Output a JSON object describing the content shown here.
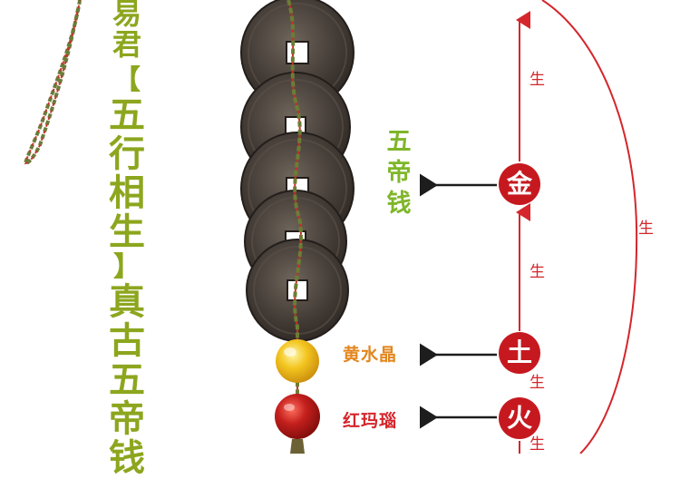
{
  "title_column": {
    "line1": "易君",
    "bracket_open": "【",
    "chars_a": [
      "五",
      "行",
      "相",
      "生"
    ],
    "bracket_close": "】",
    "chars_b": [
      "真",
      "古",
      "五",
      "帝",
      "钱"
    ]
  },
  "labels": {
    "five_emperor_coins": "五帝钱",
    "citrine": "黄水晶",
    "red_agate": "红玛瑙"
  },
  "elements": {
    "metal": "金",
    "earth": "土",
    "fire": "火"
  },
  "generates": "生",
  "colors": {
    "title_green": "#8ca61e",
    "label_green": "#7fb62a",
    "citrine_amber": "#e3861f",
    "element_red": "#c6191f",
    "line_red": "#d4262c",
    "coin_dark": "#3d3631"
  }
}
